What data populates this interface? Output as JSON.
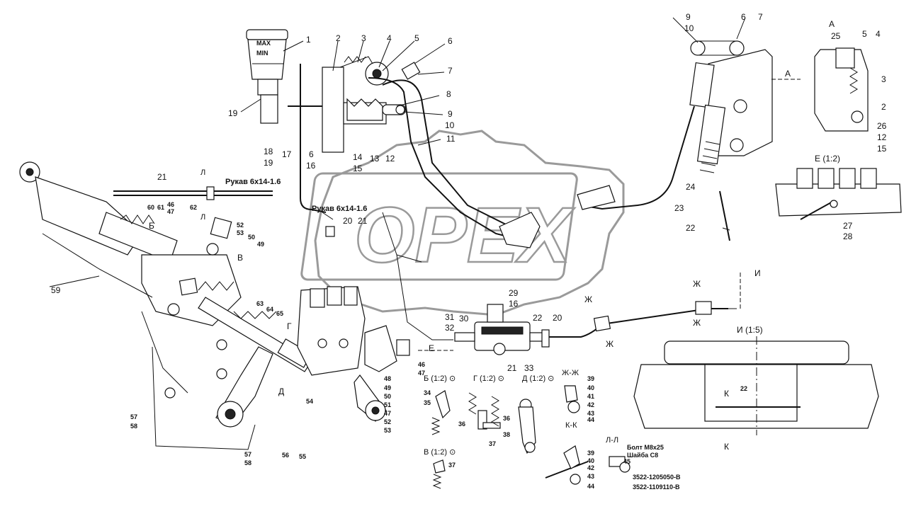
{
  "reservoir": {
    "max": "MAX",
    "min": "MIN"
  },
  "hoses": {
    "hose_a": "Рукав 6х14-1.6",
    "hose_b": "Рукав 6х14-1.6"
  },
  "sections": {
    "a_view": "А",
    "a_arrow": "А",
    "e_view": "Е (1:2)",
    "i_view": "И (1:5)",
    "b_view": "Б (1:2) ⊙",
    "g_view": "Г (1:2) ⊙",
    "d_view": "Д (1:2) ⊙",
    "v_view": "В (1:2) ⊙",
    "zh_view": "Ж-Ж",
    "k_view": "К-К",
    "l_view": "Л-Л"
  },
  "section_marks": {
    "l_top_a": "Л",
    "l_top_b": "Л",
    "b_mark": "Б",
    "v_mark": "В",
    "g_mark": "Г",
    "d_mark": "Д",
    "e_mark": "Е",
    "i_mark": "И",
    "zh_a": "Ж",
    "zh_b": "Ж",
    "zh_c": "Ж",
    "k_a": "К",
    "k_b": "К"
  },
  "notes": {
    "bolt": "Болт М8х25",
    "washer": "Шайба С8",
    "part_a": "3522-1205050-В",
    "part_b": "3522-1109110-В"
  },
  "watermark": "OPEX",
  "labels": [
    "1",
    "2",
    "3",
    "4",
    "5",
    "6",
    "7",
    "8",
    "9",
    "10",
    "11",
    "12",
    "13",
    "14",
    "15",
    "6",
    "16",
    "17",
    "18",
    "19",
    "19",
    "9",
    "10",
    "6",
    "7",
    "24",
    "23",
    "22",
    "25",
    "5",
    "4",
    "3",
    "2",
    "26",
    "12",
    "15",
    "27",
    "28",
    "21",
    "20",
    "21",
    "60",
    "61",
    "46",
    "47",
    "62",
    "52",
    "53",
    "50",
    "49",
    "59",
    "63",
    "64",
    "65",
    "54",
    "48",
    "49",
    "50",
    "51",
    "47",
    "52",
    "53",
    "46",
    "47",
    "57",
    "58",
    "57",
    "58",
    "56",
    "55",
    "29",
    "16",
    "31",
    "32",
    "30",
    "22",
    "20",
    "21",
    "33",
    "34",
    "35",
    "36",
    "36",
    "37",
    "38",
    "37",
    "39",
    "40",
    "41",
    "42",
    "43",
    "44",
    "39",
    "40",
    "42",
    "43",
    "44",
    "45",
    "22"
  ]
}
